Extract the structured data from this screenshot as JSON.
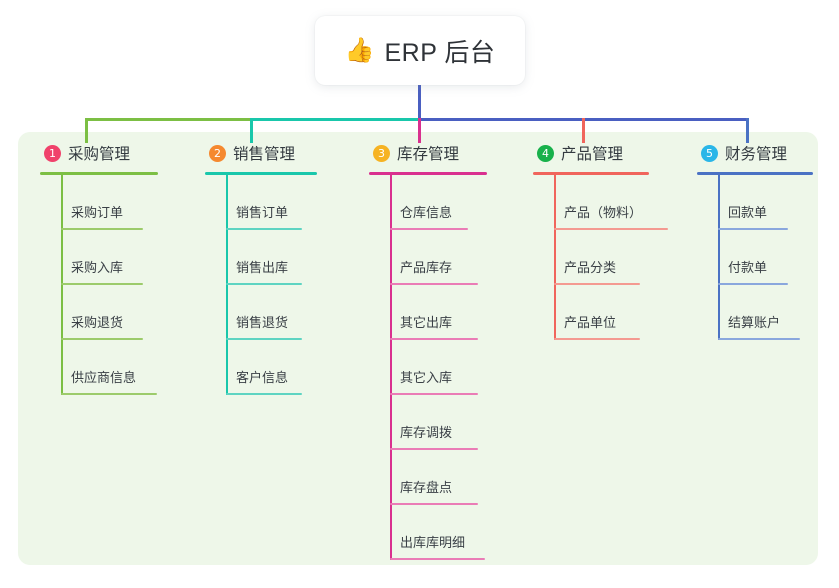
{
  "root": {
    "emoji": "👍",
    "emoji_name": "thumbs-up-icon",
    "title": "ERP 后台"
  },
  "theme": {
    "page_background": "#ffffff",
    "panel_background": "#eef7e9",
    "title_color": "#333a40",
    "item_color": "#3a4046"
  },
  "connectors": {
    "stem_color": "#4a5fc1",
    "segments": [
      {
        "name": "green-segment",
        "color": "#7cbf44"
      },
      {
        "name": "teal-segment",
        "color": "#19c7ab"
      },
      {
        "name": "blue-segment",
        "color": "#4a5fc1"
      }
    ]
  },
  "columns": [
    {
      "index": "1",
      "title": "采购管理",
      "badge_color": "#f0426b",
      "line_color": "#7cbf44",
      "rule_color": "#9ccb6b",
      "head_rule_width": 118,
      "items": [
        {
          "label": "采购订单",
          "rule_width": 82
        },
        {
          "label": "采购入库",
          "rule_width": 82
        },
        {
          "label": "采购退货",
          "rule_width": 82
        },
        {
          "label": "供应商信息",
          "rule_width": 96
        }
      ]
    },
    {
      "index": "2",
      "title": "销售管理",
      "badge_color": "#f5892f",
      "line_color": "#19c7ab",
      "rule_color": "#5ed4c2",
      "head_rule_width": 112,
      "items": [
        {
          "label": "销售订单",
          "rule_width": 76
        },
        {
          "label": "销售出库",
          "rule_width": 76
        },
        {
          "label": "销售退货",
          "rule_width": 76
        },
        {
          "label": "客户信息",
          "rule_width": 76
        }
      ]
    },
    {
      "index": "3",
      "title": "库存管理",
      "badge_color": "#f6b323",
      "line_color": "#d9308f",
      "rule_color": "#ea7cb6",
      "head_rule_width": 118,
      "items": [
        {
          "label": "仓库信息",
          "rule_width": 78
        },
        {
          "label": "产品库存",
          "rule_width": 88
        },
        {
          "label": "其它出库",
          "rule_width": 88
        },
        {
          "label": "其它入库",
          "rule_width": 88
        },
        {
          "label": "库存调拨",
          "rule_width": 88
        },
        {
          "label": "库存盘点",
          "rule_width": 88
        },
        {
          "label": "出库库明细",
          "rule_width": 95
        }
      ]
    },
    {
      "index": "4",
      "title": "产品管理",
      "badge_color": "#18b14b",
      "line_color": "#f0655c",
      "rule_color": "#f49a91",
      "head_rule_width": 116,
      "items": [
        {
          "label": "产品（物料）",
          "rule_width": 114
        },
        {
          "label": "产品分类",
          "rule_width": 86
        },
        {
          "label": "产品单位",
          "rule_width": 86
        }
      ]
    },
    {
      "index": "5",
      "title": "财务管理",
      "badge_color": "#2ab6e8",
      "line_color": "#4a72c4",
      "rule_color": "#8aa7dd",
      "head_rule_width": 116,
      "items": [
        {
          "label": "回款单",
          "rule_width": 70
        },
        {
          "label": "付款单",
          "rule_width": 70
        },
        {
          "label": "结算账户",
          "rule_width": 82
        }
      ]
    }
  ]
}
